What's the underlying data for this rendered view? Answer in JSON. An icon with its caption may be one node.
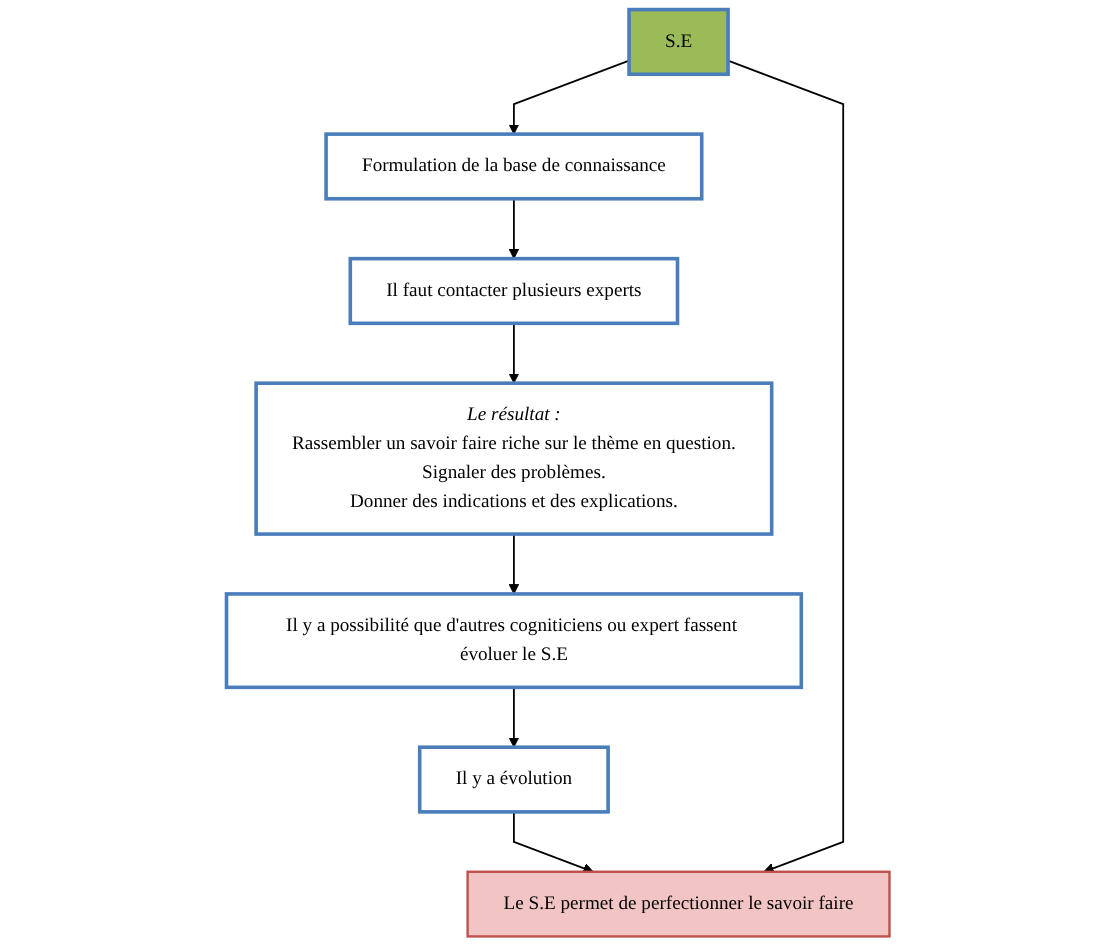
{
  "diagram": {
    "nodes": [
      {
        "text": [
          "S.E"
        ]
      },
      {
        "text": [
          "Formulation de la base de connaissance"
        ]
      },
      {
        "text": [
          "Il faut contacter plusieurs experts"
        ]
      },
      {
        "text": [
          "Le résultat :",
          "Rassembler un savoir faire riche sur le thème en question.",
          "Signaler des problèmes.",
          "Donner des indications et des explications."
        ]
      },
      {
        "text": [
          "Il y a possibilité que d'autres cogniticiens ou expert fassent évoluer le S.E"
        ]
      },
      {
        "text": [
          "Il y a évolution"
        ]
      },
      {
        "text": [
          "Le S.E permet de perfectionner le savoir faire"
        ]
      }
    ],
    "edges": [
      {
        "from": 0,
        "to": 1,
        "arrow": "to"
      },
      {
        "from": 1,
        "to": 2,
        "arrow": "to"
      },
      {
        "from": 2,
        "to": 3,
        "arrow": "to"
      },
      {
        "from": 3,
        "to": 4,
        "arrow": "to"
      },
      {
        "from": 4,
        "to": 5,
        "arrow": "to"
      },
      {
        "from": 5,
        "to": 6,
        "arrow": "to"
      },
      {
        "from": 0,
        "to": 6,
        "arrow": "to"
      }
    ]
  }
}
